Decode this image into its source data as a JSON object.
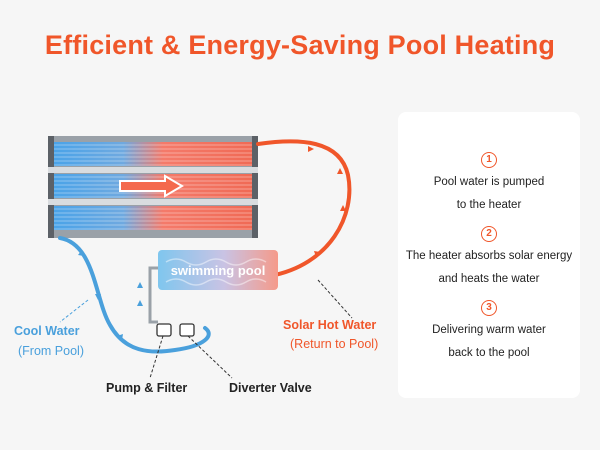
{
  "title": "Efficient & Energy-Saving Pool Heating",
  "diagram": {
    "pool_label": "swimming pool",
    "cool_water": {
      "label": "Cool Water",
      "sub": "(From Pool)"
    },
    "hot_water": {
      "label": "Solar Hot Water",
      "sub": "(Return to Pool)"
    },
    "pump_label": "Pump & Filter",
    "valve_label": "Diverter Valve"
  },
  "steps": [
    {
      "num": "1",
      "line1": "Pool water is pumped",
      "line2": "to the heater"
    },
    {
      "num": "2",
      "line1": "The heater absorbs solar energy",
      "line2": "and heats the water"
    },
    {
      "num": "3",
      "line1": "Delivering warm water",
      "line2": "back to the pool"
    }
  ],
  "colors": {
    "accent": "#f0562a",
    "cool": "#4aa0dc",
    "hot": "#f0562a"
  }
}
